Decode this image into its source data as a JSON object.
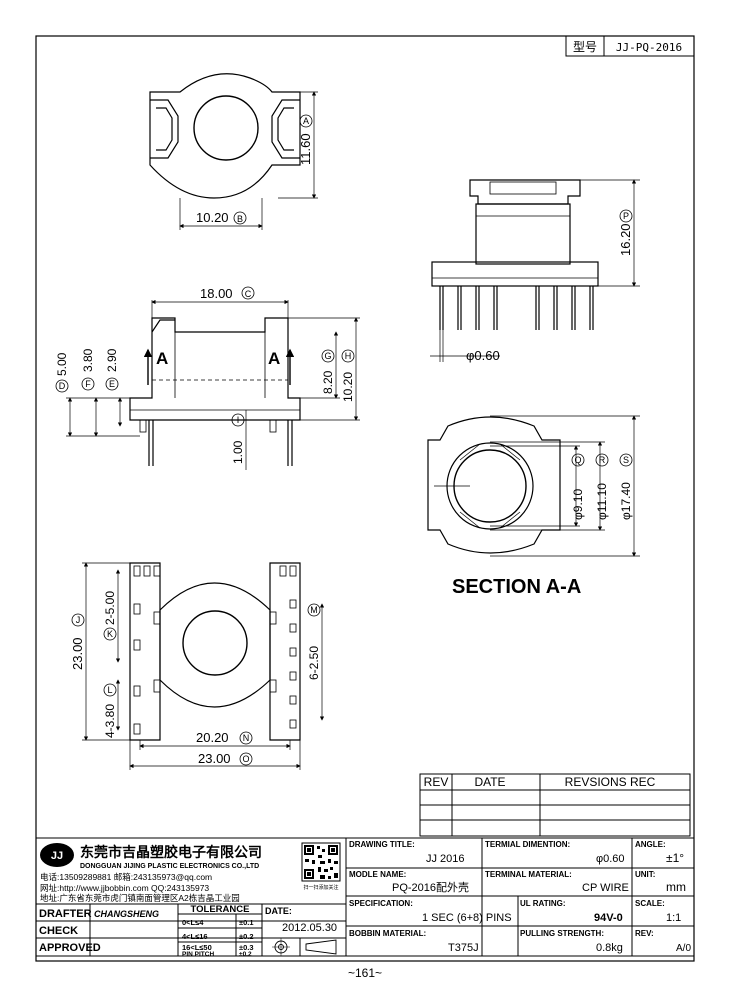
{
  "header": {
    "model_label": "型号",
    "model_value": "JJ-PQ-2016"
  },
  "views": {
    "top": {
      "dim_height": "11.60",
      "dim_height_tag": "A",
      "dim_width": "10.20",
      "dim_width_tag": "B"
    },
    "front": {
      "dim_width": "18.00",
      "dim_width_tag": "C",
      "dim_d": "5.00",
      "dim_d_tag": "D",
      "dim_f": "3.80",
      "dim_f_tag": "F",
      "dim_e": "2.90",
      "dim_e_tag": "E",
      "dim_g": "8.20",
      "dim_g_tag": "G",
      "dim_h": "10.20",
      "dim_h_tag": "H",
      "dim_i": "1.00",
      "dim_i_tag": "I",
      "section_mark": "A"
    },
    "side": {
      "dim_height": "16.20",
      "dim_height_tag": "P",
      "dim_pin": "φ0.60"
    },
    "section": {
      "dim_q": "φ9.10",
      "dim_q_tag": "Q",
      "dim_r": "φ11.10",
      "dim_r_tag": "R",
      "dim_s": "φ17.40",
      "dim_s_tag": "S",
      "title": "SECTION A-A"
    },
    "bottom": {
      "dim_j": "23.00",
      "dim_j_tag": "J",
      "dim_k": "2-5.00",
      "dim_k_tag": "K",
      "dim_l": "4-3.80",
      "dim_l_tag": "L",
      "dim_m": "6-2.50",
      "dim_m_tag": "M",
      "dim_n": "20.20",
      "dim_n_tag": "N",
      "dim_o": "23.00",
      "dim_o_tag": "O"
    }
  },
  "revisions": {
    "col_rev": "REV",
    "col_date": "DATE",
    "col_rec": "REVSIONS REC"
  },
  "company": {
    "logo": "JJ",
    "name_cn": "东莞市吉晶塑胶电子有限公司",
    "name_en": "DONGGUAN JIJING PLASTIC ELECTRONICS CO.,LTD",
    "phone": "电话:13509289881  邮箱:243135973@qq.com",
    "web": "网址:http://www.jjbobbin.com QQ:243135973",
    "addr": "地址:广东省东莞市虎门镇南面管理区A2栋吉晶工业园",
    "qr_caption": "扫一扫添加关注"
  },
  "titleblock": {
    "drawing_title_label": "DRAWING TITLE:",
    "drawing_title": "JJ 2016",
    "terminal_dim_label": "TERMIAL DIMENTION:",
    "terminal_dim": "φ0.60",
    "angle_label": "ANGLE:",
    "angle": "±1°",
    "module_name_label": "MODLE NAME:",
    "module_name": "PQ-2016配外壳",
    "terminal_mat_label": "TERMINAL MATERIAL:",
    "terminal_mat": "CP WIRE",
    "unit_label": "UNIT:",
    "unit": "mm",
    "spec_label": "SPECIFICATION:",
    "spec": "1 SEC (6+8) PINS",
    "ul_label": "UL RATING:",
    "ul": "94V-0",
    "scale_label": "SCALE:",
    "scale": "1:1",
    "bobbin_mat_label": "BOBBIN   MATERIAL:",
    "bobbin_mat": "T375J",
    "pulling_label": "PULLING STRENGTH:",
    "pulling": "0.8kg",
    "rev_label": "REV:",
    "rev": "A/0",
    "drafter_label": "DRAFTER",
    "drafter": "CHANGSHENG",
    "check_label": "CHECK",
    "approved_label": "APPROVED",
    "tolerance_label": "TOLERANCE",
    "tol_rows": [
      {
        "range": "0<L≤4",
        "tol": "±0.1"
      },
      {
        "range": "4<L≤16",
        "tol": "±0.2"
      },
      {
        "range": "16<L≤50",
        "tol": "±0.3"
      },
      {
        "range": "PIN PITCH",
        "tol": "±0.2"
      }
    ],
    "date_label": "DATE:",
    "date": "2012.05.30"
  },
  "page_number": "~161~"
}
